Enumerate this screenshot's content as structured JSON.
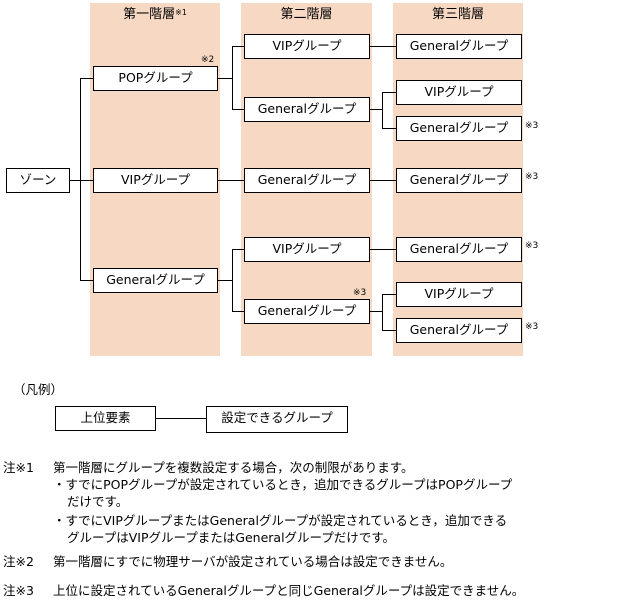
{
  "columns": {
    "layer1": "第一階層",
    "layer1_mark": "※1",
    "layer2": "第二階層",
    "layer3": "第三階層"
  },
  "nodes": {
    "zone": "ゾーン",
    "l1_pop": "POPグループ",
    "l1_vip": "VIPグループ",
    "l1_general": "Generalグループ",
    "l2_pop_vip": "VIPグループ",
    "l2_pop_general": "Generalグループ",
    "l2_vip_general": "Generalグループ",
    "l2_gen_vip": "VIPグループ",
    "l2_gen_general": "Generalグループ",
    "l3_pop_vip_general": "Generalグループ",
    "l3_pop_gen_vip": "VIPグループ",
    "l3_pop_gen_general": "Generalグループ",
    "l3_vip_gen_general": "Generalグループ",
    "l3_gen_vip_general": "Generalグループ",
    "l3_gen_gen_vip": "VIPグループ",
    "l3_gen_gen_general": "Generalグループ"
  },
  "marks": {
    "m_pop": "※2",
    "m_r1": "※3",
    "m_r2": "※3",
    "m_r3": "※3",
    "m_r4": "※3",
    "m_l2gen": "※3"
  },
  "legend": {
    "title": "（凡例）",
    "upper": "上位要素",
    "settable": "設定できるグループ"
  },
  "notes": {
    "n1_label": "注※1",
    "n1_text": "第一階層にグループを複数設定する場合，次の制限があります。",
    "n1_b1a": "・すでにPOPグループが設定されているとき，追加できるグループはPOPグループ",
    "n1_b1b": "だけです。",
    "n1_b2a": "・すでにVIPグループまたはGeneralグループが設定されているとき，追加できる",
    "n1_b2b": "グループはVIPグループまたはGeneralグループだけです。",
    "n2_label": "注※2",
    "n2_text": "第一階層にすでに物理サーバが設定されている場合は設定できません。",
    "n3_label": "注※3",
    "n3_text": "上位に設定されているGeneralグループと同じGeneralグループは設定できません。"
  }
}
